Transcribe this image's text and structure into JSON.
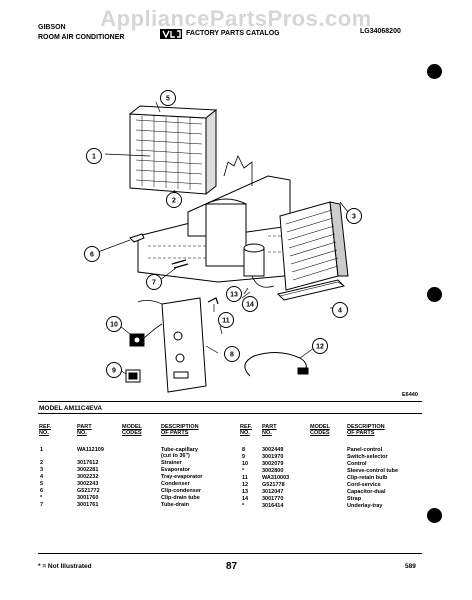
{
  "watermark": "AppliancePartsPros.com",
  "header": {
    "brand": "GIBSON",
    "subtitle": "ROOM AIR CONDITIONER",
    "catalog": "FACTORY PARTS CATALOG",
    "catalog_no": "LG34068200"
  },
  "figure_id": "E6440",
  "model_line": "MODEL AM11C4EVA",
  "callouts": [
    "1",
    "2",
    "3",
    "4",
    "5",
    "6",
    "7",
    "8",
    "9",
    "10",
    "11",
    "12",
    "13",
    "14"
  ],
  "table_headers": {
    "ref": "REF.\nNO.",
    "part": "PART\nNO.",
    "codes": "MODEL\nCODES",
    "desc": "DESCRIPTION\nOF PARTS"
  },
  "left_rows": [
    {
      "ref": "1",
      "part": "WA112109",
      "desc": "Tube-capillary\n(cut to 36\")"
    },
    {
      "ref": "2",
      "part": "3017612",
      "desc": "Strainer"
    },
    {
      "ref": "3",
      "part": "3002281",
      "desc": "Evaporator"
    },
    {
      "ref": "4",
      "part": "3002232",
      "desc": "Tray-evaporator"
    },
    {
      "ref": "5",
      "part": "3002243",
      "desc": "Condenser"
    },
    {
      "ref": "6",
      "part": "G521772",
      "desc": "Clip-condenser"
    },
    {
      "ref": "*",
      "part": "3001760",
      "desc": "Clip-drain tube"
    },
    {
      "ref": "7",
      "part": "3001761",
      "desc": "Tube-drain"
    }
  ],
  "right_rows": [
    {
      "ref": "8",
      "part": "3002449",
      "desc": "Panel-control"
    },
    {
      "ref": "9",
      "part": "3001970",
      "desc": "Switch-selector"
    },
    {
      "ref": "10",
      "part": "3002079",
      "desc": "Control"
    },
    {
      "ref": "*",
      "part": "3002800",
      "desc": "Sleeve-control tube"
    },
    {
      "ref": "11",
      "part": "WA310003",
      "desc": "Clip-retain bulb"
    },
    {
      "ref": "12",
      "part": "G521778",
      "desc": "Cord-service"
    },
    {
      "ref": "13",
      "part": "3012047",
      "desc": "Capacitor-dual"
    },
    {
      "ref": "14",
      "part": "3001770",
      "desc": "Strap"
    },
    {
      "ref": "*",
      "part": "3016414",
      "desc": "Underlay-tray"
    }
  ],
  "footer": {
    "note": "* = Not Illustrated",
    "page": "87",
    "code": "589"
  }
}
